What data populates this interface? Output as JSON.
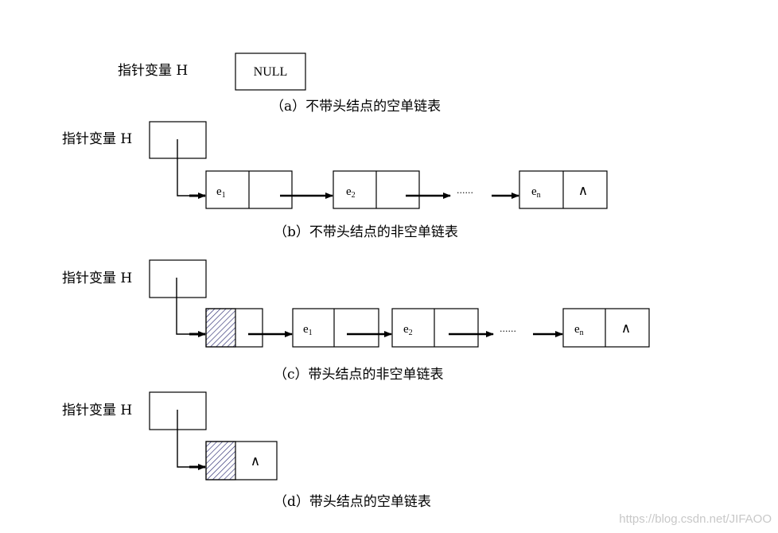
{
  "pointer_label": "指针变量 H",
  "null_value": "NULL",
  "node_labels": {
    "e1_base": "e",
    "e1_sub": "1",
    "e2_base": "e",
    "e2_sub": "2",
    "en_base": "e",
    "en_sub": "n"
  },
  "null_mark": "∧",
  "ellipsis": "······",
  "captions": {
    "a": "（a）不带头结点的空单链表",
    "b": "（b）不带头结点的非空单链表",
    "c": "（c）带头结点的非空单链表",
    "d": "（d）带头结点的空单链表"
  },
  "watermark": "https://blog.csdn.net/JIFAOO"
}
